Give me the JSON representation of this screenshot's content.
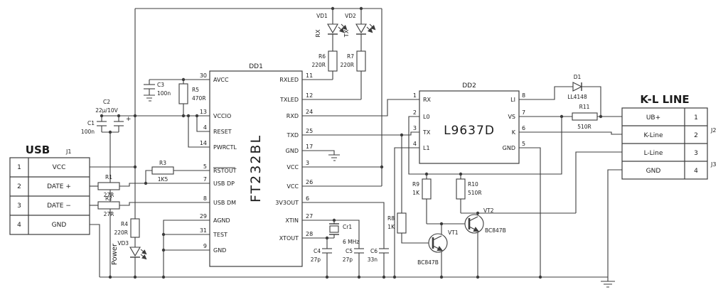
{
  "connectors": {
    "usb": {
      "title": "USB",
      "ref": "J1",
      "pins": [
        {
          "num": "1",
          "name": "VCC"
        },
        {
          "num": "2",
          "name": "DATE +"
        },
        {
          "num": "3",
          "name": "DATE −"
        },
        {
          "num": "4",
          "name": "GND"
        }
      ]
    },
    "kl": {
      "title": "K-L LINE",
      "ref_a": "J2",
      "ref_b": "J3",
      "pins": [
        {
          "num": "1",
          "name": "UB+"
        },
        {
          "num": "2",
          "name": "K-Line"
        },
        {
          "num": "3",
          "name": "L-Line"
        },
        {
          "num": "4",
          "name": "GND"
        }
      ]
    }
  },
  "ics": {
    "dd1": {
      "ref": "DD1",
      "part": "FT232BL",
      "left": [
        {
          "num": "30",
          "name": "AVCC"
        },
        {
          "num": "13",
          "name": "VCCIO"
        },
        {
          "num": "4",
          "name": "RESET"
        },
        {
          "num": "14",
          "name": "PWRCTL"
        },
        {
          "num": "5",
          "name": "RSTOUT"
        },
        {
          "num": "7",
          "name": "USB DP"
        },
        {
          "num": "8",
          "name": "USB DM"
        },
        {
          "num": "29",
          "name": "AGND"
        },
        {
          "num": "31",
          "name": "TEST"
        },
        {
          "num": "9",
          "name": "GND"
        }
      ],
      "right": [
        {
          "num": "11",
          "name": "RXLED"
        },
        {
          "num": "12",
          "name": "TXLED"
        },
        {
          "num": "24",
          "name": "RXD"
        },
        {
          "num": "25",
          "name": "TXD"
        },
        {
          "num": "17",
          "name": "GND"
        },
        {
          "num": "3",
          "name": "VCC"
        },
        {
          "num": "26",
          "name": "VCC"
        },
        {
          "num": "6",
          "name": "3V3OUT"
        },
        {
          "num": "27",
          "name": "XTIN"
        },
        {
          "num": "28",
          "name": "XTOUT"
        }
      ]
    },
    "dd2": {
      "ref": "DD2",
      "part": "L9637D",
      "left": [
        {
          "num": "1",
          "name": "RX"
        },
        {
          "num": "2",
          "name": "L0"
        },
        {
          "num": "3",
          "name": "TX"
        },
        {
          "num": "4",
          "name": "L1"
        }
      ],
      "right": [
        {
          "num": "8",
          "name": "LI"
        },
        {
          "num": "7",
          "name": "VS"
        },
        {
          "num": "6",
          "name": "K"
        },
        {
          "num": "5",
          "name": "GND"
        }
      ]
    }
  },
  "parts": {
    "r1": {
      "ref": "R1",
      "val": "27R"
    },
    "r2": {
      "ref": "R2",
      "val": "27R"
    },
    "r3": {
      "ref": "R3",
      "val": "1K5"
    },
    "r4": {
      "ref": "R4",
      "val": "220R"
    },
    "r5": {
      "ref": "R5",
      "val": "470R"
    },
    "r6": {
      "ref": "R6",
      "val": "220R"
    },
    "r7": {
      "ref": "R7",
      "val": "220R"
    },
    "r8": {
      "ref": "R8",
      "val": "1K"
    },
    "r9": {
      "ref": "R9",
      "val": "1K"
    },
    "r10": {
      "ref": "R10",
      "val": "510R"
    },
    "r11": {
      "ref": "R11",
      "val": "510R"
    },
    "c1": {
      "ref": "C1",
      "val": "100n"
    },
    "c2": {
      "ref": "C2",
      "val": "22μ/10V",
      "polarity": "+"
    },
    "c3": {
      "ref": "C3",
      "val": "100n"
    },
    "c4": {
      "ref": "C4",
      "val": "27p"
    },
    "c5": {
      "ref": "C5",
      "val": "27p"
    },
    "c6": {
      "ref": "C6",
      "val": "33n"
    },
    "cr1": {
      "ref": "Cr1",
      "val": "6 MHz"
    },
    "d1": {
      "ref": "D1",
      "val": "LL4148"
    },
    "vd1": {
      "ref": "VD1",
      "signal": "RX"
    },
    "vd2": {
      "ref": "VD2",
      "signal": "TX"
    },
    "vd3": {
      "ref": "VD3",
      "label": "Power"
    },
    "vt1": {
      "ref": "VT1",
      "val": "BC847B"
    },
    "vt2": {
      "ref": "VT2",
      "val": "BC847B"
    }
  }
}
